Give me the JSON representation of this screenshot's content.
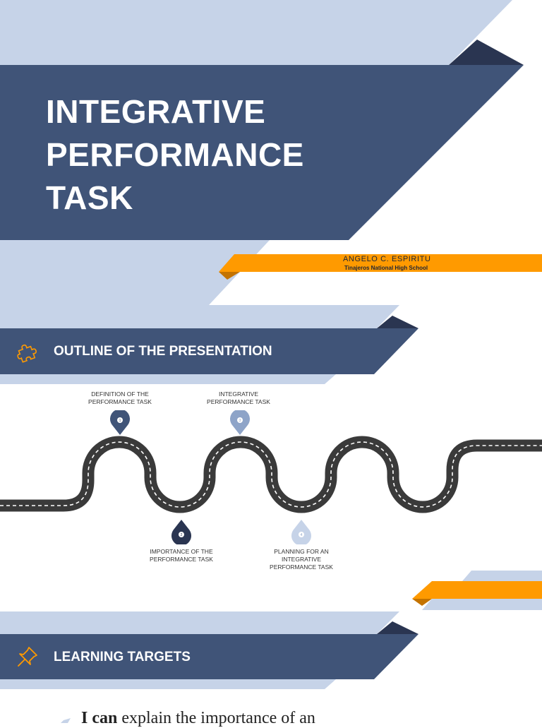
{
  "colors": {
    "navy": "#405478",
    "light_blue": "#c6d3e8",
    "dark_navy": "#2a3551",
    "orange": "#ff9a00",
    "road": "#3a3a3a"
  },
  "cover": {
    "title_lines": [
      "INTEGRATIVE",
      "PERFORMANCE",
      "TASK"
    ],
    "author": "ANGELO C. ESPIRITU",
    "school": "Tinajeros National High School"
  },
  "outline": {
    "heading": "OUTLINE OF THE PRESENTATION",
    "icon": "puzzle-icon",
    "stops": [
      {
        "number": "1",
        "label_lines": [
          "DEFINITION OF THE",
          "PERFORMANCE TASK"
        ],
        "color": "#405478"
      },
      {
        "number": "2",
        "label_lines": [
          "IMPORTANCE OF THE",
          "PERFORMANCE TASK"
        ],
        "color": "#2a3551"
      },
      {
        "number": "3",
        "label_lines": [
          "INTEGRATIVE",
          "PERFORMANCE TASK"
        ],
        "color": "#8ea4c8"
      },
      {
        "number": "4",
        "label_lines": [
          "PLANNING FOR AN",
          "INTEGRATIVE",
          "PERFORMANCE TASK"
        ],
        "color": "#c6d3e8"
      }
    ]
  },
  "targets": {
    "heading": "LEARNING TARGETS",
    "icon": "pushpin-icon",
    "first_item_lead": "I can",
    "first_item_rest": " explain the importance of an"
  }
}
